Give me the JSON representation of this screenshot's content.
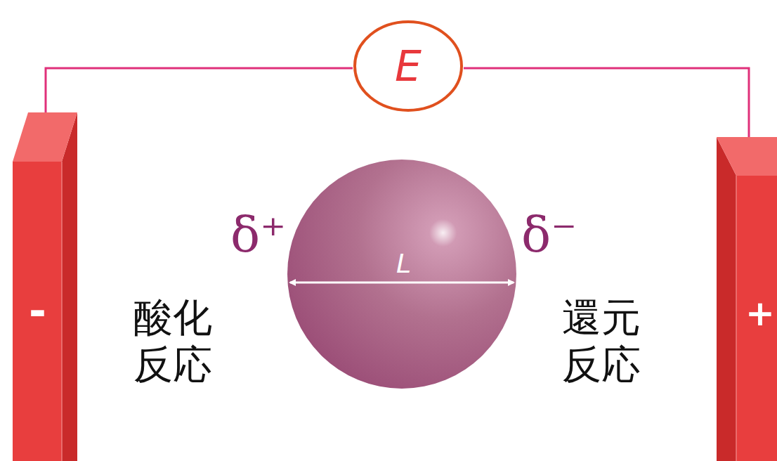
{
  "diagram": {
    "nodes": [
      {
        "text": [
          "-"
        ]
      },
      {
        "text": [
          "E"
        ]
      },
      {
        "text": [
          "+"
        ]
      },
      {
        "text": [
          "L"
        ]
      }
    ],
    "edges": [
      {
        "from": 0,
        "to": 1,
        "arrow": "none"
      },
      {
        "from": 1,
        "to": 2,
        "arrow": "none"
      }
    ],
    "labels": [
      "δ⁺",
      "δ⁻",
      "酸化 反応",
      "還元 反応"
    ]
  }
}
